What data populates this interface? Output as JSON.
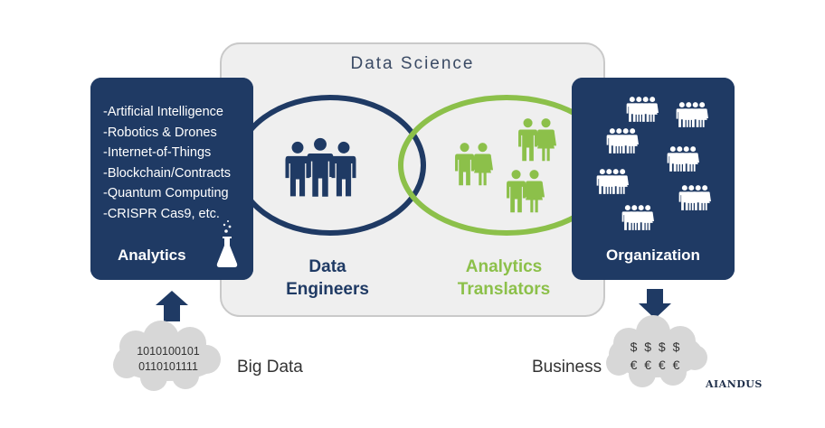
{
  "data_science": {
    "title": "Data Science"
  },
  "analytics": {
    "technologies": [
      "-Artificial Intelligence",
      "-Robotics & Drones",
      "-Internet-of-Things",
      "-Blockchain/Contracts",
      "-Quantum Computing",
      "-CRISPR Cas9, etc."
    ],
    "title": "Analytics"
  },
  "organization": {
    "title": "Organization"
  },
  "data_engineers": {
    "line1": "Data",
    "line2": "Engineers"
  },
  "analytics_translators": {
    "line1": "Analytics",
    "line2": "Translators"
  },
  "big_data": {
    "bits_line1": "1010100101",
    "bits_line2": "0110101111",
    "label": "Big Data"
  },
  "business": {
    "dollars": "$ $ $ $",
    "euros": "€ € € €",
    "label": "Business"
  },
  "logo": "AIANDUS",
  "colors": {
    "navy": "#1f3a64",
    "green": "#8cc04a",
    "gray_box": "#efefef",
    "cloud": "#d7d7d7"
  }
}
